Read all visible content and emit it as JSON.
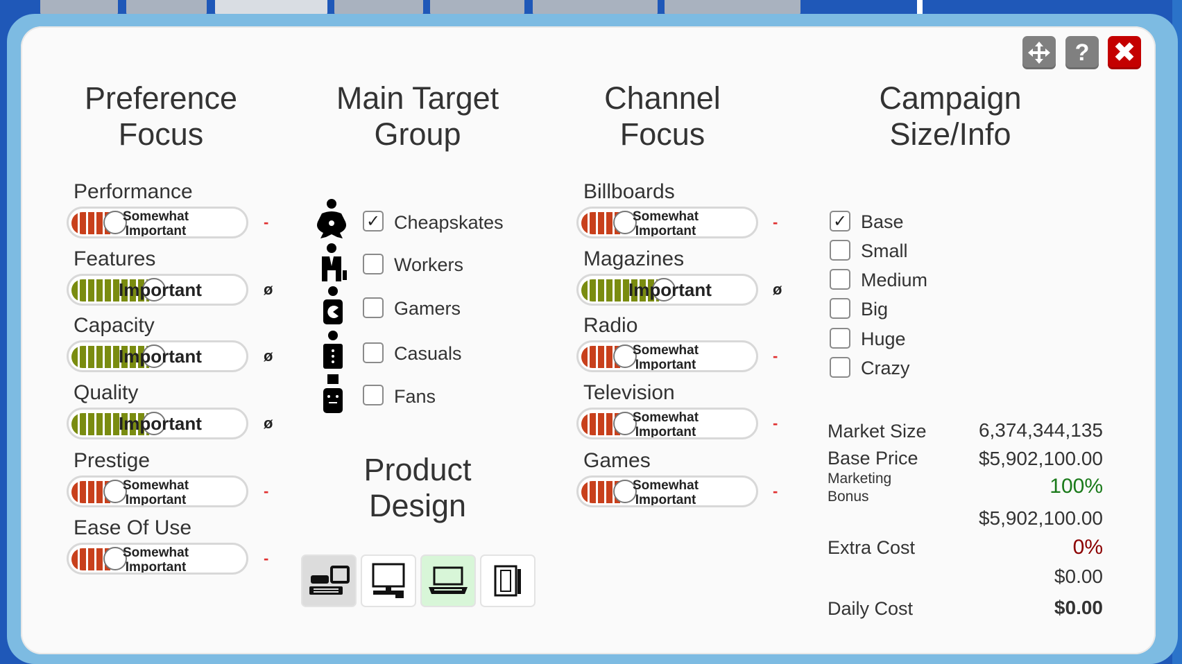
{
  "window": {
    "move_icon": "move-icon",
    "help_label": "?",
    "close_label": "✖"
  },
  "headings": {
    "preference": [
      "Preference",
      "Focus"
    ],
    "target": [
      "Main Target",
      "Group"
    ],
    "channel": [
      "Channel",
      "Focus"
    ],
    "campaign": [
      "Campaign",
      "Size/Info"
    ],
    "design": [
      "Product",
      "Design"
    ]
  },
  "preferences": [
    {
      "label": "Performance",
      "line1": "Somewhat",
      "line2": "Important",
      "level": 2,
      "mark": "-"
    },
    {
      "label": "Features",
      "text": "Important",
      "level": 4,
      "mark": "ø"
    },
    {
      "label": "Capacity",
      "text": "Important",
      "level": 4,
      "mark": "ø"
    },
    {
      "label": "Quality",
      "text": "Important",
      "level": 4,
      "mark": "ø"
    },
    {
      "label": "Prestige",
      "line1": "Somewhat",
      "line2": "Important",
      "level": 2,
      "mark": "-"
    },
    {
      "label": "Ease Of Use",
      "line1": "Somewhat",
      "line2": "Important",
      "level": 2,
      "mark": "-"
    }
  ],
  "targets": [
    {
      "label": "Cheapskates",
      "checked": "✓",
      "icon": "cheapskate-person-icon"
    },
    {
      "label": "Workers",
      "checked": "",
      "icon": "worker-person-icon"
    },
    {
      "label": "Gamers",
      "checked": "",
      "icon": "gamer-person-icon"
    },
    {
      "label": "Casuals",
      "checked": "",
      "icon": "casual-person-icon"
    },
    {
      "label": "Fans",
      "checked": "",
      "icon": "fan-person-icon"
    }
  ],
  "channels": [
    {
      "label": "Billboards",
      "line1": "Somewhat",
      "line2": "Important",
      "level": 2,
      "mark": "-"
    },
    {
      "label": "Magazines",
      "text": "Important",
      "level": 4,
      "mark": "ø"
    },
    {
      "label": "Radio",
      "line1": "Somewhat",
      "line2": "Important",
      "level": 2,
      "mark": "-"
    },
    {
      "label": "Television",
      "line1": "Somewhat",
      "line2": "Important",
      "level": 2,
      "mark": "-"
    },
    {
      "label": "Games",
      "line1": "Somewhat",
      "line2": "Important",
      "level": 2,
      "mark": "-"
    }
  ],
  "sizes": [
    {
      "label": "Base",
      "checked": "✓"
    },
    {
      "label": "Small",
      "checked": ""
    },
    {
      "label": "Medium",
      "checked": ""
    },
    {
      "label": "Big",
      "checked": ""
    },
    {
      "label": "Huge",
      "checked": ""
    },
    {
      "label": "Crazy",
      "checked": ""
    }
  ],
  "design_buttons": [
    {
      "icon": "console-handheld-icon",
      "state": "gray"
    },
    {
      "icon": "desktop-computer-icon",
      "state": "normal"
    },
    {
      "icon": "laptop-icon",
      "state": "selected"
    },
    {
      "icon": "tablet-icon",
      "state": "normal"
    }
  ],
  "info": {
    "market_size_label": "Market Size",
    "market_size": "6,374,344,135",
    "base_price_label": "Base Price",
    "base_price": "$5,902,100.00",
    "marketing_bonus_label_1": "Marketing",
    "marketing_bonus_label_2": "Bonus",
    "marketing_bonus": "100%",
    "bonus_total": "$5,902,100.00",
    "extra_cost_label": "Extra Cost",
    "extra_cost_pct": "0%",
    "extra_cost": "$0.00",
    "daily_cost_label": "Daily Cost",
    "daily_cost": "$0.00"
  },
  "colors": {
    "bonus_green": "#1a7a1a",
    "extra_red": "#8b0000",
    "slider_red": "#c8401c",
    "slider_olive": "#7a8c10"
  }
}
